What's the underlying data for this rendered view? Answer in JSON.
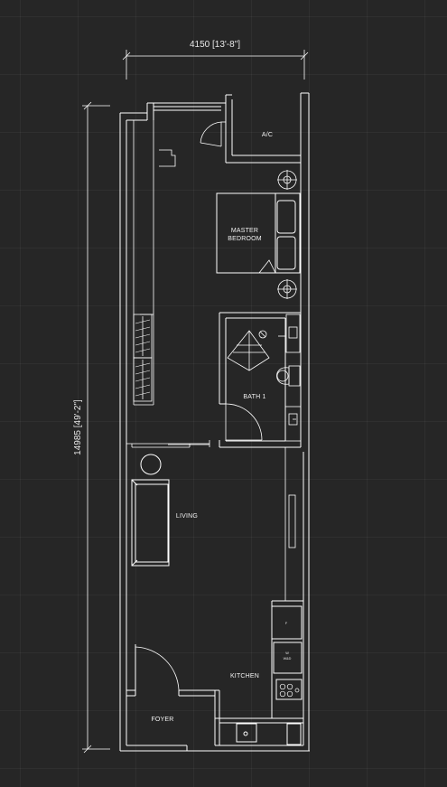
{
  "dimensions": {
    "width_label": "4150 [13'-8\"]",
    "height_label": "14985 [49'-2\"]"
  },
  "rooms": {
    "ac": "A/C",
    "master_bedroom_line1": "MASTER",
    "master_bedroom_line2": "BEDROOM",
    "bath": "BATH 1",
    "living": "LIVING",
    "kitchen": "KITCHEN",
    "foyer": "FOYER"
  },
  "appliances": {
    "fridge": "F",
    "washer_line1": "W",
    "washer_line2": "W&D"
  },
  "colors": {
    "background": "#262626",
    "line": "#ffffff",
    "grid": "rgba(255,255,255,0.045)"
  }
}
